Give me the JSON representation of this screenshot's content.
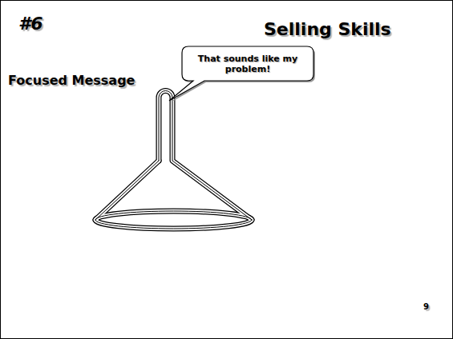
{
  "diagram": {
    "title": "Selling Skills",
    "nodes": [
      {
        "text": [
          "That sounds like my problem!"
        ]
      }
    ],
    "labels": [
      "#6",
      "Focused Message",
      "9"
    ]
  }
}
